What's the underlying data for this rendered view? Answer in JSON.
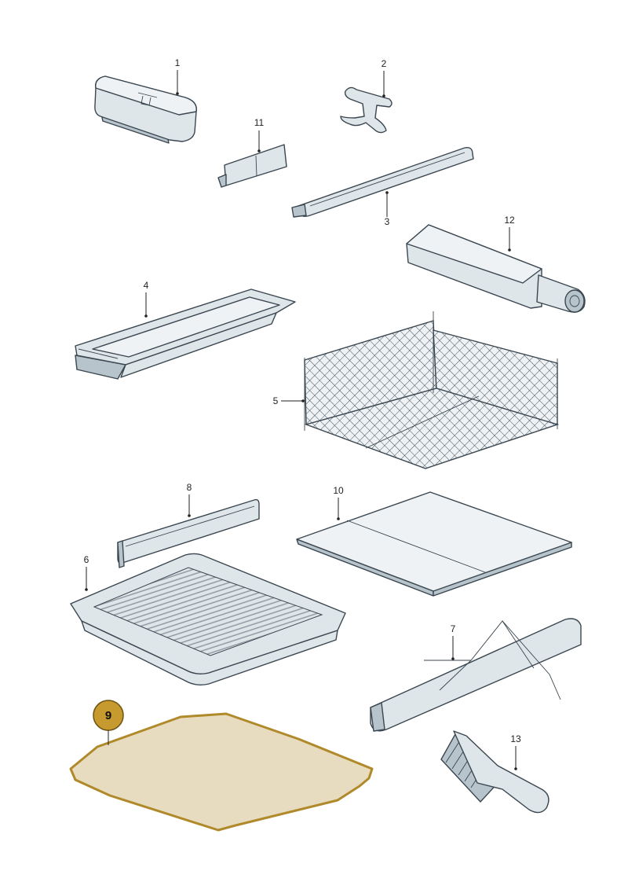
{
  "diagram": {
    "parts": [
      {
        "number": "1"
      },
      {
        "number": "2"
      },
      {
        "number": "3"
      },
      {
        "number": "4"
      },
      {
        "number": "5"
      },
      {
        "number": "6"
      },
      {
        "number": "7"
      },
      {
        "number": "8"
      },
      {
        "number": "9",
        "highlighted": true
      },
      {
        "number": "10"
      },
      {
        "number": "11"
      },
      {
        "number": "12"
      },
      {
        "number": "13"
      }
    ],
    "highlight_color": "#c69a2e",
    "mat_fill_color": "#e8dcc0"
  }
}
